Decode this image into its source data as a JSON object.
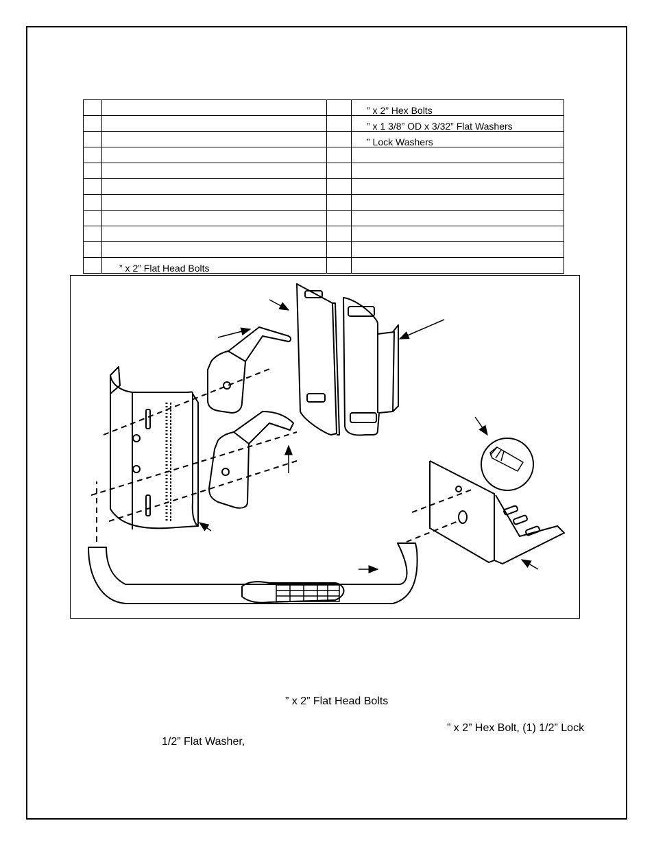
{
  "parts_table": {
    "rows": [
      {
        "desc_left": "",
        "desc_right": "” x 2” Hex Bolts"
      },
      {
        "desc_left": "",
        "desc_right": "” x 1 3/8” OD x 3/32” Flat Washers"
      },
      {
        "desc_left": "",
        "desc_right": "” Lock Washers"
      },
      {
        "desc_left": "",
        "desc_right": ""
      },
      {
        "desc_left": "",
        "desc_right": ""
      },
      {
        "desc_left": "",
        "desc_right": ""
      },
      {
        "desc_left": "",
        "desc_right": ""
      },
      {
        "desc_left": "",
        "desc_right": ""
      },
      {
        "desc_left": "",
        "desc_right": ""
      },
      {
        "desc_left": "",
        "desc_right": ""
      },
      {
        "desc_left": "” x 2” Flat Head Bolts",
        "desc_right": ""
      }
    ]
  },
  "instructions": {
    "line1": "” x 2” Flat Head Bolts",
    "line2": "” x 2” Hex Bolt, (1) 1/2” Lock",
    "line3": "1/2” Flat Washer,"
  }
}
